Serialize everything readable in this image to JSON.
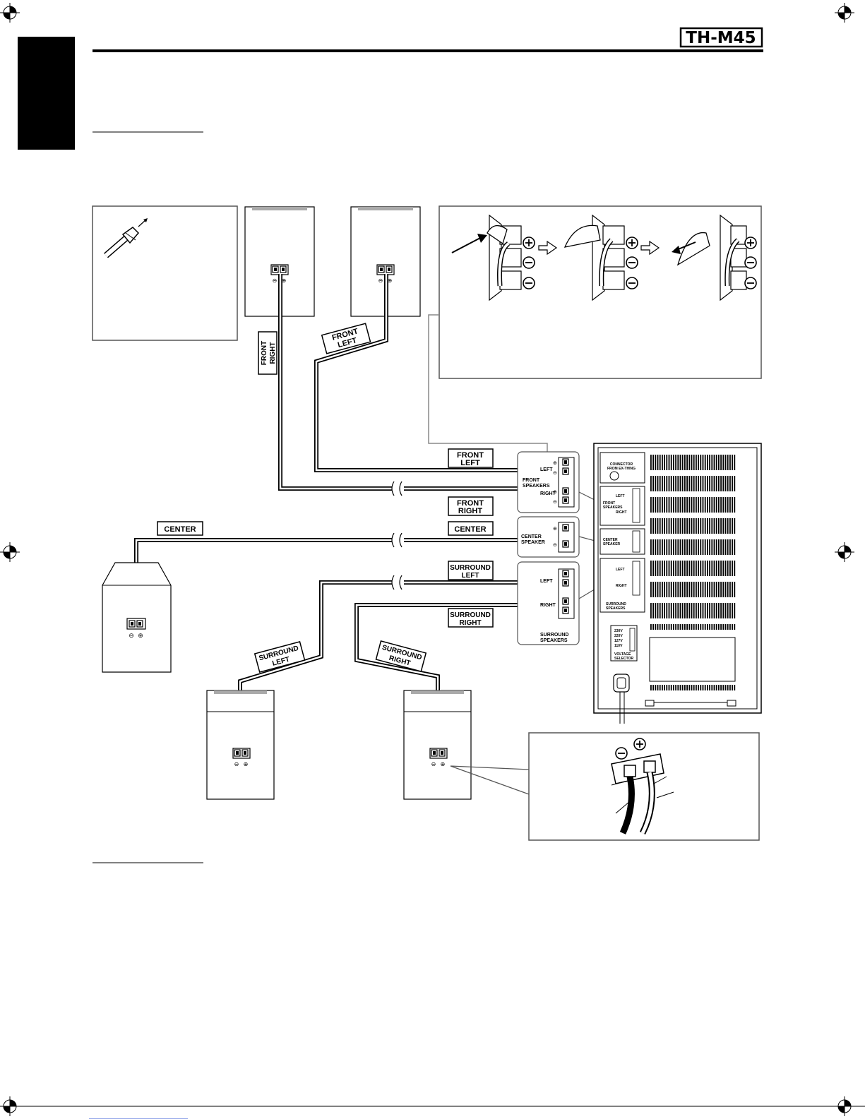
{
  "header": {
    "model": "TH-M45"
  },
  "labels": {
    "front_right": [
      "FRONT",
      "RIGHT"
    ],
    "front_left": [
      "FRONT",
      "LEFT"
    ],
    "center": "CENTER",
    "surround_left": [
      "SURROUND",
      "LEFT"
    ],
    "surround_right": [
      "SURROUND",
      "RIGHT"
    ]
  },
  "terminal_group": {
    "left": "LEFT",
    "right": "RIGHT",
    "front_speakers": [
      "FRONT",
      "SPEAKERS"
    ],
    "center_speaker": [
      "CENTER",
      "SPEAKER"
    ],
    "surround_speakers": [
      "SURROUND",
      "SPEAKERS"
    ]
  },
  "rear_panel": {
    "connector": [
      "CONNECTOR",
      "FROM EX-THING"
    ],
    "front_speakers": [
      "FRONT",
      "SPEAKERS"
    ],
    "center_speaker": [
      "CENTER",
      "SPEAKER"
    ],
    "surround_speakers": [
      "SURROUND",
      "SPEAKERS"
    ],
    "left": "LEFT",
    "right": "RIGHT",
    "voltages": [
      "230V",
      "220V",
      "127V",
      "110V"
    ],
    "voltage_selector": [
      "VOLTAGE",
      "SELECTOR"
    ]
  },
  "icons": [
    "plus-icon",
    "minus-icon",
    "arrow-right-icon"
  ]
}
